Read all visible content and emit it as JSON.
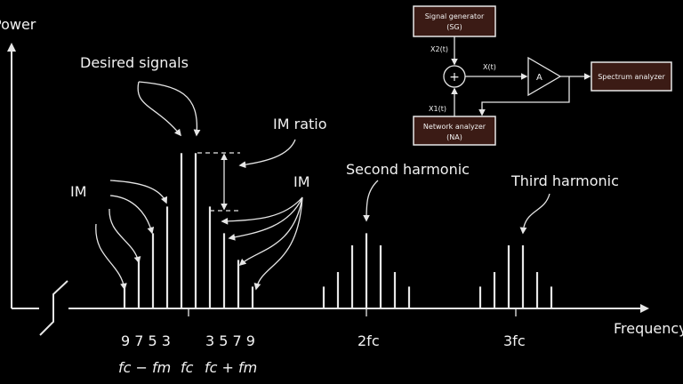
{
  "axes": {
    "y_label": "Power",
    "x_label": "Frequency"
  },
  "labels": {
    "desired_signals": "Desired signals",
    "im_ratio": "IM ratio",
    "im_left": "IM",
    "im_right": "IM",
    "second_harmonic": "Second harmonic",
    "third_harmonic": "Third harmonic"
  },
  "tick_labels": {
    "lower_orders": "9 7 5 3",
    "upper_orders": "3 5 7 9",
    "fc_minus_fm": "fc − fm",
    "fc": "fc",
    "fc_plus_fm": "fc + fm",
    "two_fc": "2fc",
    "three_fc": "3fc"
  },
  "spectrum": {
    "fundamental": [
      0.09,
      0.2,
      0.31,
      0.42,
      0.64,
      0.64,
      0.42,
      0.31,
      0.2,
      0.09
    ],
    "second_harmonic": [
      0.09,
      0.15,
      0.26,
      0.31,
      0.26,
      0.15,
      0.09
    ],
    "third_harmonic": [
      0.09,
      0.15,
      0.26,
      0.26,
      0.15,
      0.09
    ]
  },
  "block_diagram": {
    "signal_generator": {
      "line1": "Signal generator",
      "line2": "(SG)"
    },
    "network_analyzer": {
      "line1": "Network analyzer",
      "line2": "(NA)"
    },
    "spectrum_analyzer": "Spectrum analyzer",
    "amplifier": "A",
    "summer": "+",
    "x2": "X2(t)",
    "x1": "X1(t)",
    "x": "X(t)"
  },
  "colors": {
    "background": "#000000",
    "box_fill": "#3b1b15",
    "line": "#e6e6e6"
  }
}
